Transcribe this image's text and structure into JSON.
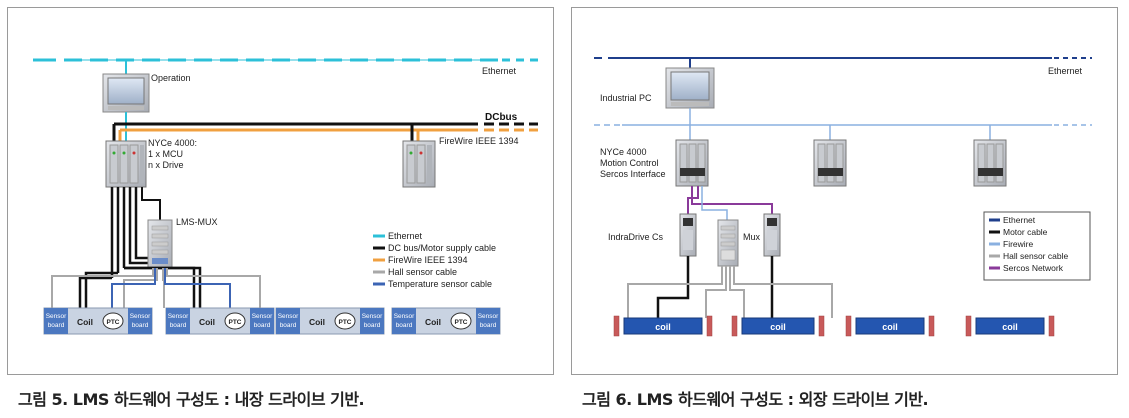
{
  "figure5": {
    "ethernet_label": "Ethernet",
    "operation_label": "Operation",
    "dcbus_label": "DCbus",
    "nyce_lines": [
      "NYCe 4000:",
      "1 x MCU",
      "n x Drive"
    ],
    "firewire_label": "FireWire IEEE 1394",
    "mux_label": "LMS-MUX",
    "legend": [
      {
        "color": "#2cc0d8",
        "label": "Ethernet"
      },
      {
        "color": "#111111",
        "label": "DC bus/Motor supply cable"
      },
      {
        "color": "#f0a040",
        "label": "FireWire IEEE 1394"
      },
      {
        "color": "#a8a8a8",
        "label": "Hall sensor cable"
      },
      {
        "color": "#3c64b4",
        "label": "Temperature sensor cable"
      }
    ],
    "sensor_board_lines": [
      "Sensor",
      "board"
    ],
    "coil_label": "Coil",
    "ptc_label": "PTC",
    "caption": "그림 5. LMS 하드웨어 구성도 : 내장 드라이브 기반."
  },
  "figure6": {
    "ethernet_label": "Ethernet",
    "industrial_pc_label": "Industrial PC",
    "nyce_lines": [
      "NYCe 4000",
      "Motion Control",
      "Sercos Interface"
    ],
    "indradrive_label": "IndraDrive Cs",
    "mux_label": "Mux",
    "legend": [
      {
        "color": "#1f3f8c",
        "label": "Ethernet"
      },
      {
        "color": "#111111",
        "label": "Motor cable"
      },
      {
        "color": "#8ab0e0",
        "label": "Firewire"
      },
      {
        "color": "#a8a8a8",
        "label": "Hall sensor cable"
      },
      {
        "color": "#8a3a9a",
        "label": "Sercos Network"
      }
    ],
    "coil_label": "coil",
    "caption": "그림 6. LMS 하드웨어 구성도 : 외장 드라이브 기반."
  }
}
